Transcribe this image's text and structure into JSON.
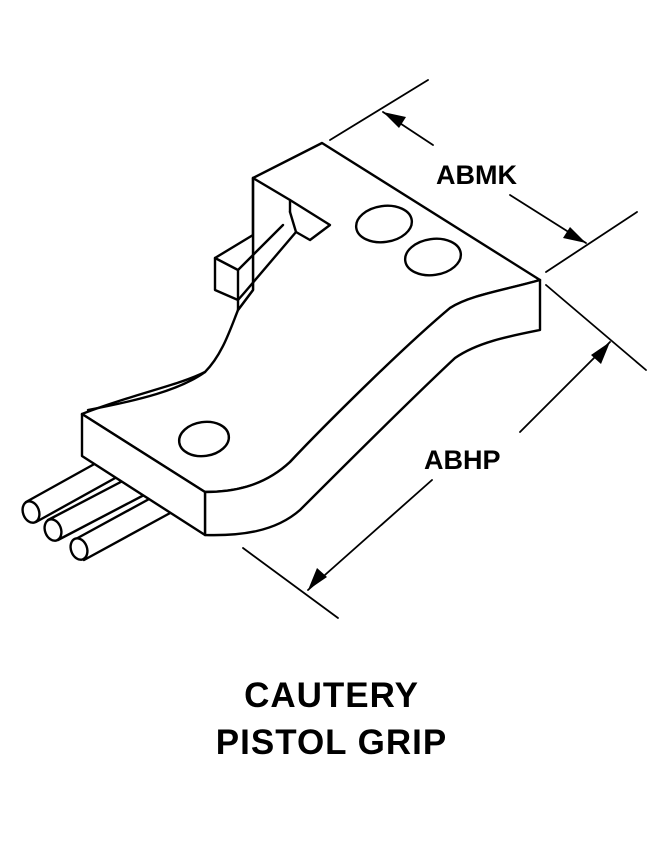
{
  "dimensions": {
    "width_code": "ABMK",
    "length_code": "ABHP"
  },
  "title": {
    "line1": "CAUTERY",
    "line2": "PISTOL GRIP"
  }
}
